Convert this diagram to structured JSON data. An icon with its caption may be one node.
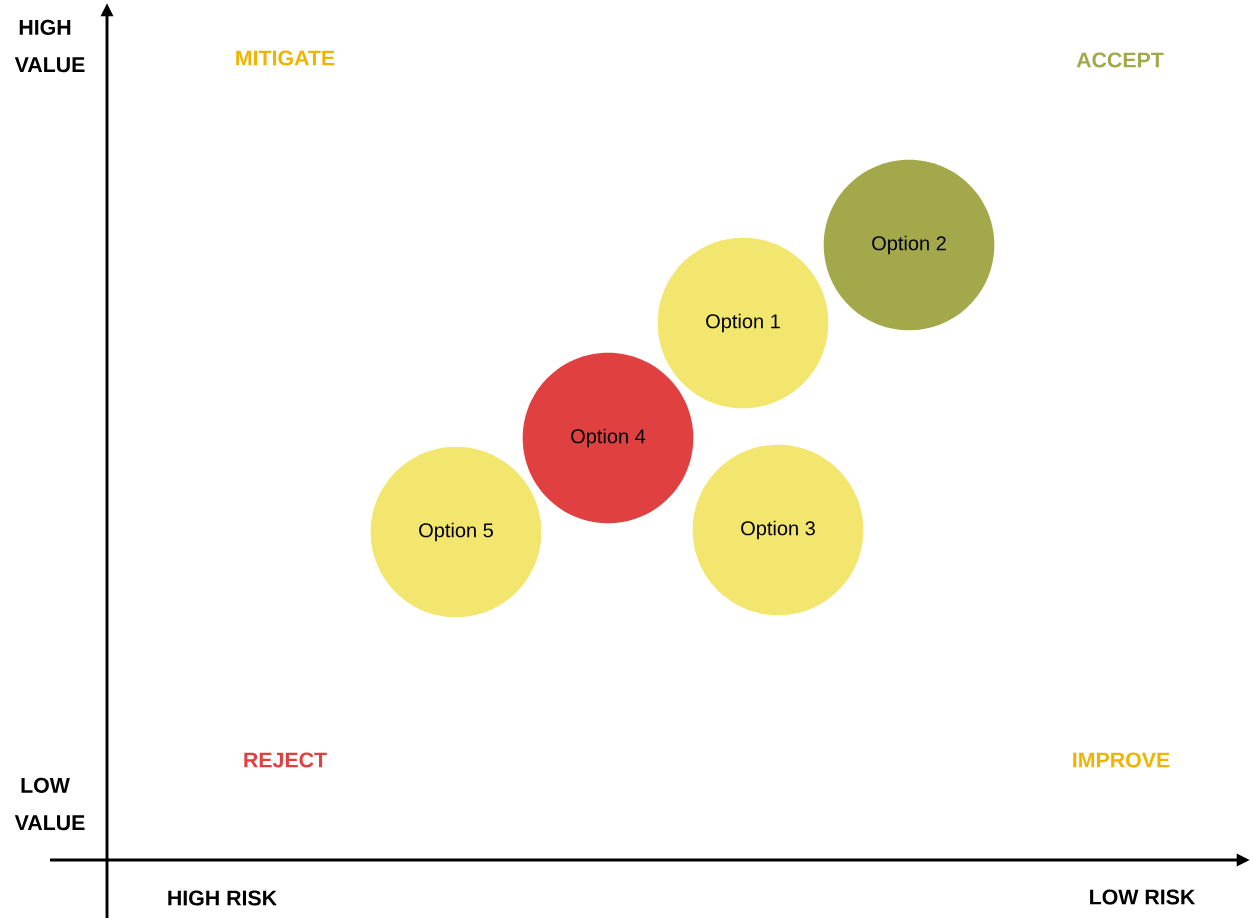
{
  "diagram": {
    "nodes": [
      {
        "text": [
          "Option 1"
        ]
      },
      {
        "text": [
          "Option 2"
        ]
      },
      {
        "text": [
          "Option 3"
        ]
      },
      {
        "text": [
          "Option 4"
        ]
      },
      {
        "text": [
          "Option 5"
        ]
      }
    ],
    "labels": [
      "HIGH VALUE",
      "MITIGATE",
      "ACCEPT",
      "REJECT",
      "IMPROVE",
      "LOW VALUE",
      "HIGH RISK",
      "LOW RISK"
    ]
  }
}
